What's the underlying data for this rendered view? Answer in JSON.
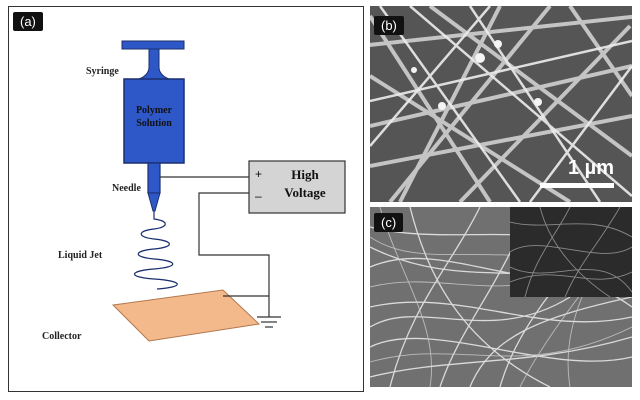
{
  "panels": {
    "a": {
      "tag": "(a)",
      "labels": {
        "syringe": "Syringe",
        "polymer_line1": "Polymer",
        "polymer_line2": "Solution",
        "needle": "Needle",
        "liquid_jet": "Liquid Jet",
        "collector": "Collector",
        "hv_line1": "High",
        "hv_line2": "Voltage",
        "plus": "+",
        "minus": "–"
      },
      "colors": {
        "syringe_body": "#2e58c8",
        "syringe_outline": "#1a2f6e",
        "plunger": "#2e58c8",
        "collector": "#f4b98a",
        "power_supply": "#d4d4d4"
      }
    },
    "b": {
      "tag": "(b)",
      "scale_label": "1 µm"
    },
    "c": {
      "tag": "(c)"
    }
  }
}
